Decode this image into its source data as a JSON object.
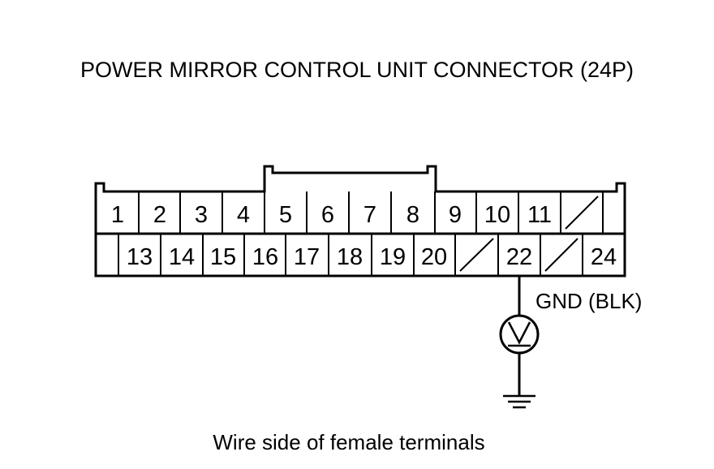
{
  "title": "POWER MIRROR CONTROL UNIT CONNECTOR (24P)",
  "caption": "Wire side of female terminals",
  "connector": {
    "top_row": [
      "1",
      "2",
      "3",
      "4",
      "5",
      "6",
      "7",
      "8",
      "9",
      "10",
      "11",
      "",
      ""
    ],
    "bottom_row": [
      "",
      "13",
      "14",
      "15",
      "16",
      "17",
      "18",
      "19",
      "20",
      "",
      "22",
      "",
      "24"
    ]
  },
  "probe": {
    "terminal": "22",
    "label": "GND (BLK)",
    "meter_symbol": "V",
    "meter_icon": "voltmeter-icon",
    "ground_icon": "ground-icon"
  }
}
